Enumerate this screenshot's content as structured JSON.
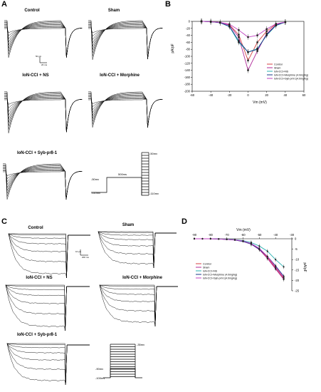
{
  "panels": {
    "A": "A",
    "B": "B",
    "C": "C",
    "D": "D"
  },
  "panelA": {
    "titles": [
      "Control",
      "Sham",
      "IoN-CCI + NS",
      "IoN-CCI + Morphine",
      "IoN-CCI + Syb-prⅡ-1"
    ],
    "scale_y": "50 pA",
    "scale_x": "20 ms",
    "protocol": {
      "hold": "-110mv",
      "step": "-50mv",
      "dur": "500ms",
      "top": "-50mv",
      "bottom": "-110mv"
    }
  },
  "panelC": {
    "titles": [
      "Control",
      "Sham",
      "IoN-CCI + NS",
      "IoN-CCI + Morphine",
      "IoN-CCI + Syb-prⅡ-1"
    ],
    "scale_y": "10 pA",
    "scale_x": "200 ms",
    "protocol": {
      "top": "-35mv",
      "step": "-90mv",
      "hold": "-100mv"
    }
  },
  "colors": {
    "Control": "#d44040",
    "Sham": "#b02a9a",
    "IoN-CCI+NS": "#28b0b0",
    "Morphine": "#1a3a8a",
    "Syb": "#c040c0"
  },
  "chart_data": [
    {
      "id": "B",
      "type": "line",
      "xlabel": "Vm (mV)",
      "ylabel": "pA/pF",
      "xlim": [
        -60,
        60
      ],
      "ylim": [
        -200,
        0
      ],
      "xticks": [
        -60,
        -40,
        -20,
        0,
        20,
        40,
        60
      ],
      "yticks": [
        0,
        -20,
        -40,
        -60,
        -80,
        -100,
        -120,
        -140,
        -160,
        -180,
        -200
      ],
      "x": [
        -50,
        -40,
        -30,
        -20,
        -10,
        0,
        10,
        20,
        30,
        40
      ],
      "series": [
        {
          "name": "Control",
          "color": "#d44040",
          "values": [
            0,
            -1,
            -3,
            -10,
            -38,
            -112,
            -60,
            -28,
            -8,
            -2
          ]
        },
        {
          "name": "Sham",
          "color": "#b02a9a",
          "values": [
            0,
            -1,
            -3,
            -11,
            -45,
            -140,
            -85,
            -35,
            -10,
            -2
          ]
        },
        {
          "name": "IoN-CCI+NS",
          "color": "#28b0b0",
          "values": [
            0,
            -1,
            -4,
            -15,
            -60,
            -88,
            -78,
            -40,
            -12,
            -2
          ]
        },
        {
          "name": "IoN-CCI+Morphine (4.0mg/kg)",
          "color": "#1a3a8a",
          "values": [
            0,
            -1,
            -4,
            -14,
            -56,
            -88,
            -80,
            -38,
            -11,
            -2
          ]
        },
        {
          "name": "IoN-CCI+Syb-prII-1(4.0mg/kg)",
          "color": "#c040c0",
          "values": [
            0,
            -1,
            -3,
            -8,
            -25,
            -45,
            -40,
            -22,
            -7,
            -2
          ]
        }
      ]
    },
    {
      "id": "D",
      "type": "line",
      "xlabel": "Vm (mV)",
      "ylabel": "pA/pF",
      "xlim": [
        -90,
        -30
      ],
      "ylim": [
        -25,
        0
      ],
      "xticks": [
        -90,
        -80,
        -70,
        -60,
        -50,
        -40,
        -30
      ],
      "yticks": [
        0,
        -5,
        -10,
        -15,
        -20,
        -25
      ],
      "x": [
        -90,
        -85,
        -80,
        -75,
        -70,
        -65,
        -60,
        -55,
        -50,
        -45,
        -40,
        -35
      ],
      "series": [
        {
          "name": "Control",
          "color": "#d44040",
          "values": [
            0,
            0,
            0,
            -0.1,
            -0.3,
            -0.5,
            -1.2,
            -2.5,
            -5,
            -9,
            -14,
            -19
          ]
        },
        {
          "name": "Sham",
          "color": "#b02a9a",
          "values": [
            0,
            0,
            0,
            -0.1,
            -0.3,
            -0.6,
            -1.3,
            -2.6,
            -5.2,
            -9.5,
            -14.5,
            -19.5
          ]
        },
        {
          "name": "IoN-CCI+NS",
          "color": "#28b0b0",
          "values": [
            0,
            0,
            0,
            -0.1,
            -0.2,
            -0.4,
            -0.9,
            -1.8,
            -3.5,
            -6,
            -10,
            -13.5
          ]
        },
        {
          "name": "IoN-CCI+Morphine (4.0mg/kg)",
          "color": "#1a3a8a",
          "values": [
            0,
            0,
            0,
            -0.1,
            -0.3,
            -0.6,
            -1.3,
            -2.5,
            -5,
            -8.5,
            -13,
            -18
          ]
        },
        {
          "name": "IoN-CCI+Syb-prII-1(4.0mg/kg)",
          "color": "#c040c0",
          "values": [
            0,
            0,
            0,
            -0.1,
            -0.3,
            -0.5,
            -1.1,
            -2.3,
            -4.6,
            -8.5,
            -13.5,
            -18.5
          ]
        }
      ]
    }
  ]
}
